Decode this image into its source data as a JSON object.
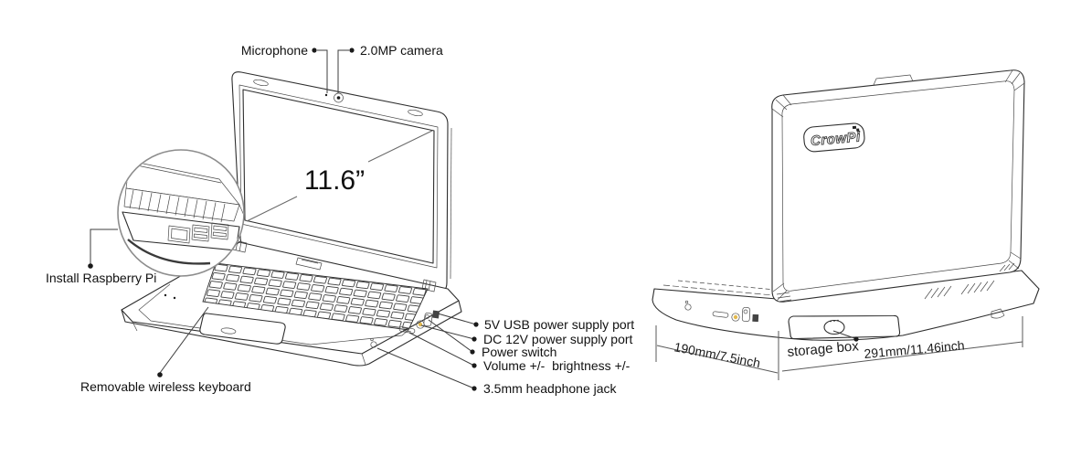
{
  "figure": {
    "front_view": {
      "screen_size_label": "11.6”",
      "callouts": {
        "microphone": "Microphone",
        "camera": "2.0MP camera",
        "install_pi": "Install Raspberry Pi",
        "removable_keyboard": "Removable wireless keyboard",
        "usb_power": "5V USB power supply port",
        "dc_power": "DC 12V power supply port",
        "power_switch": "Power switch",
        "volume_brightness": "Volume +/-  brightness +/-",
        "headphone": "3.5mm headphone jack"
      }
    },
    "rear_view": {
      "logo_text": "CrowPi",
      "callouts": {
        "storage_box": "storage box"
      },
      "dimensions": {
        "depth": "190mm/7.5inch",
        "width": "291mm/11.46inch"
      }
    },
    "colors": {
      "line_ink": "#2e2e2e",
      "dc_jack_center": "#e3b94f"
    }
  }
}
